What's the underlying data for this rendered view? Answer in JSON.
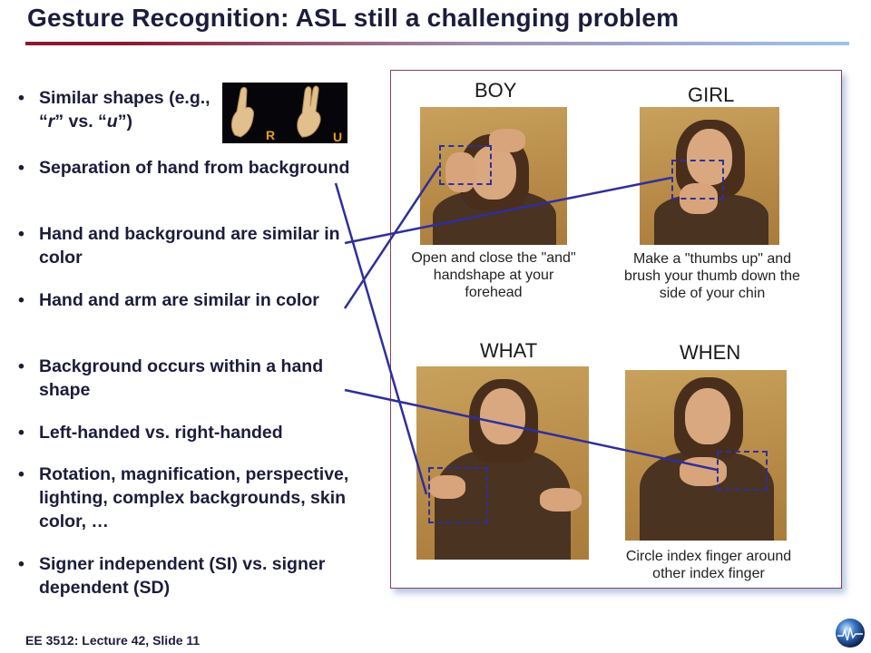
{
  "slide": {
    "title": "Gesture Recognition: ASL still a challenging problem",
    "footer": "EE 3512: Lecture 42, Slide 11"
  },
  "bullets": [
    {
      "prefix": "Similar shapes (e.g., “",
      "r": "r",
      "mid": "” vs. “",
      "u": "u",
      "suffix": "”)"
    },
    {
      "text": "Separation of  hand from background"
    },
    {
      "text": "Hand and background are similar in color"
    },
    {
      "text": "Hand and arm are similar in color"
    },
    {
      "text": "Background occurs within a hand shape"
    },
    {
      "text": "Left-handed vs. right-handed"
    },
    {
      "text": "Rotation, magnification, perspective, lighting, complex backgrounds, skin color, …"
    },
    {
      "text": "Signer independent (SI) vs. signer dependent (SD)"
    }
  ],
  "ru_image": {
    "label_r": "R",
    "label_u": "U"
  },
  "signs": [
    {
      "word": "BOY",
      "description": "Open and close the \"and\" handshape at your forehead"
    },
    {
      "word": "GIRL",
      "description": "Make a \"thumbs up\" and brush your thumb down the side of your chin"
    },
    {
      "word": "WHAT",
      "description": ""
    },
    {
      "word": "WHEN",
      "description": "Circle index finger around other index finger"
    }
  ],
  "colors": {
    "title_text": "#1c1c3c",
    "title_rule_start": "#8b1a2e",
    "title_rule_end": "#9ec4ea",
    "connector": "#2f2f9a",
    "panel_border": "#8a4060"
  },
  "icons": {
    "logo": "globe-logo-icon"
  }
}
